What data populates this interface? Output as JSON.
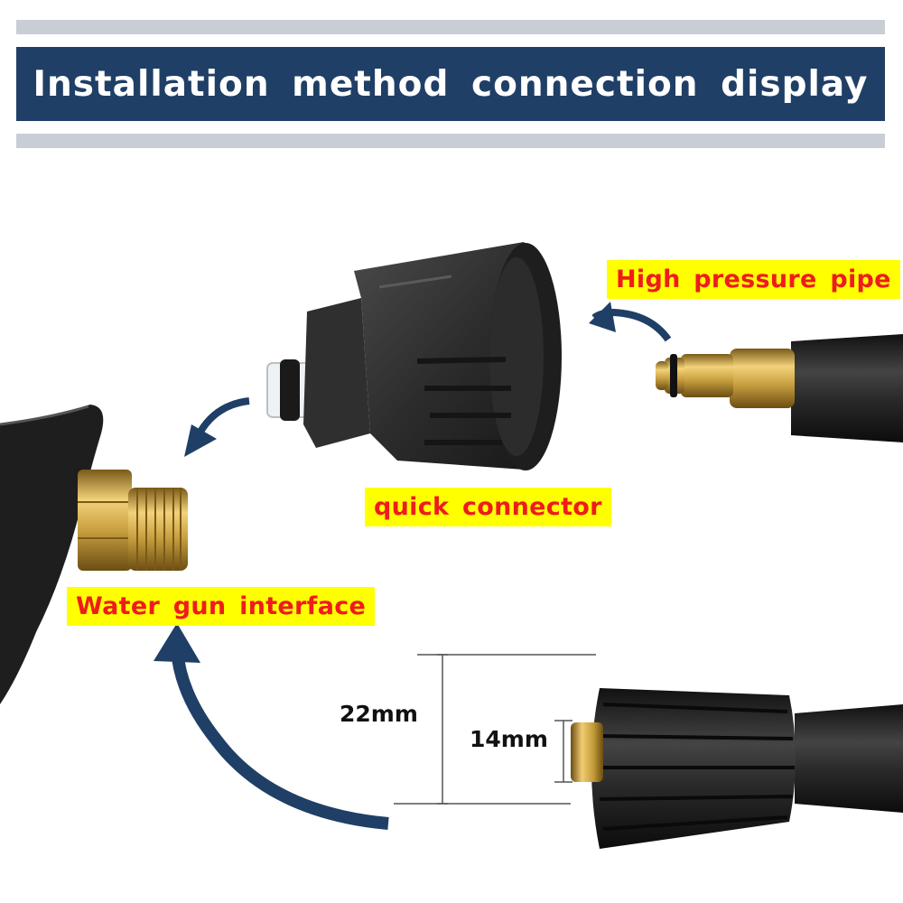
{
  "banner": {
    "title": "Installation method connection display"
  },
  "labels": {
    "high_pressure_pipe": "High pressure pipe",
    "quick_connector": "quick connector",
    "water_gun_interface": "Water gun interface"
  },
  "dimensions": {
    "outer": "22mm",
    "inner": "14mm"
  },
  "colors": {
    "banner": "#1f3f66",
    "stripe": "#c9ced6",
    "label_background": "#ffff00",
    "label_text": "#ee1c1c",
    "arrow": "#1f3f66",
    "brass": "#c9a040",
    "rubber": "#2b2b2b"
  }
}
